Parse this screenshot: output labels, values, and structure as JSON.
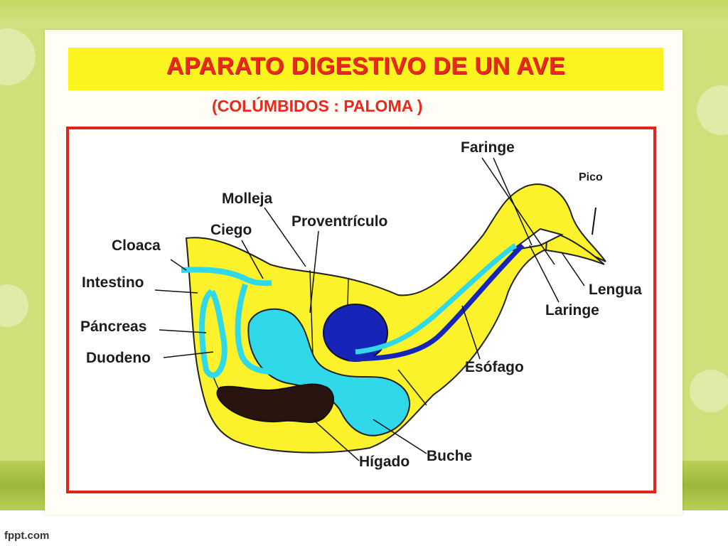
{
  "slide": {
    "title": "APARATO DIGESTIVO DE UN AVE",
    "subtitle": "(COLÚMBIDOS : PALOMA )"
  },
  "labels": {
    "faringe": "Faringe",
    "pico": "Pico",
    "molleja": "Molleja",
    "proventriculo": "Proventrículo",
    "ciego": "Ciego",
    "cloaca": "Cloaca",
    "intestino": "Intestino",
    "pancreas": "Páncreas",
    "duodeno": "Duodeno",
    "lengua": "Lengua",
    "laringe": "Laringe",
    "esofago": "Esófago",
    "higado": "Hígado",
    "buche": "Buche"
  },
  "colors": {
    "body": "#fbf22c",
    "organ_light": "#2fd9ea",
    "organ_dark": "#1624b8",
    "liver": "#2a1410",
    "title_text": "#e8291c",
    "title_bar": "#fbf41e",
    "frame": "#e0251b"
  },
  "footer": {
    "brand": "fppt.com"
  }
}
